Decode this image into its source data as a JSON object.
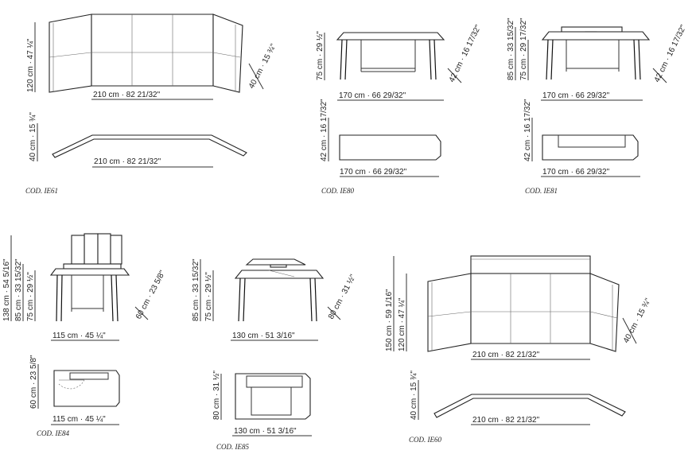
{
  "products": [
    {
      "code": "COD. IE61",
      "dims": [
        "120 cm · 47 ¼\"",
        "40 cm · 15 ¾\"",
        "210 cm · 82 21/32\"",
        "40 cm · 15 ¾\"",
        "210 cm · 82 21/32\""
      ]
    },
    {
      "code": "COD. IE80",
      "dims": [
        "75 cm · 29 ½\"",
        "42 cm · 16 17/32\"",
        "170 cm · 66 29/32\"",
        "42 cm · 16 17/32\"",
        "170 cm · 66 29/32\""
      ]
    },
    {
      "code": "COD. IE81",
      "dims": [
        "85 cm · 33 15/32\"",
        "75 cm · 29 17/32\"",
        "42 cm · 16 17/32\"",
        "170 cm · 66 29/32\"",
        "42 cm · 16 17/32\"",
        "170 cm · 66 29/32\""
      ]
    },
    {
      "code": "COD. IE84",
      "dims": [
        "138 cm · 54 5/16\"",
        "85 cm · 33 15/32\"",
        "75 cm · 29 ½\"",
        "60 cm · 23 5/8\"",
        "115 cm · 45 ¼\"",
        "60 cm · 23 5/8\"",
        "115 cm · 45 ¼\""
      ]
    },
    {
      "code": "COD. IE85",
      "dims": [
        "85 cm · 33 15/32\"",
        "75 cm · 29 ½\"",
        "80 cm · 31 ½\"",
        "130 cm · 51 3/16\"",
        "80 cm · 31 ½\"",
        "130 cm · 51 3/16\""
      ]
    },
    {
      "code": "COD. IE60",
      "dims": [
        "150 cm · 59 1/16\"",
        "120 cm · 47 ¼\"",
        "40 cm · 15 ¾\"",
        "210 cm · 82 21/32\"",
        "40 cm · 15 ¾\"",
        "210 cm · 82 21/32\""
      ]
    }
  ]
}
